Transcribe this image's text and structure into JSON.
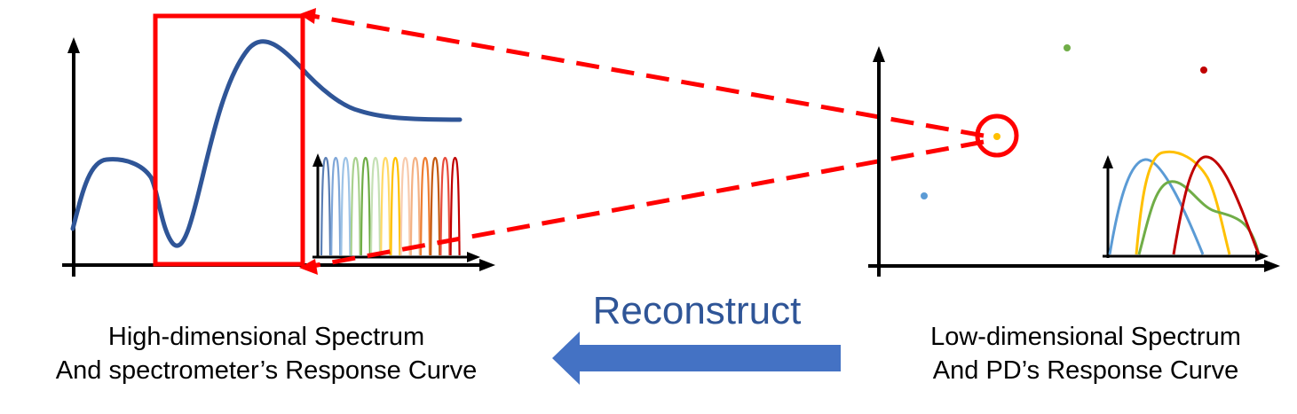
{
  "captions": {
    "left_line1": "High-dimensional Spectrum",
    "left_line2": "And spectrometer’s Response Curve",
    "right_line1": "Low-dimensional Spectrum",
    "right_line2": "And PD’s Response Curve"
  },
  "arrow_label": "Reconstruct",
  "colors": {
    "axis": "#000000",
    "spectrum_curve": "#2f5597",
    "highlight": "#ff0000",
    "arrow_fill": "#4472c4",
    "arrow_text": "#2f5597",
    "pd_blue": "#5b9bd5",
    "pd_yellow": "#ffc000",
    "pd_green": "#70ad47",
    "pd_red": "#c00000"
  },
  "spectrometer_channel_colors": [
    "#5b7fb5",
    "#7fa7d9",
    "#9dc3e6",
    "#a9d18e",
    "#70ad47",
    "#c5e0b4",
    "#ffd966",
    "#ffc000",
    "#f8cbad",
    "#f4b183",
    "#ed7d31",
    "#c55a11",
    "#e74c3c",
    "#c00000"
  ],
  "scatter_point_colors": [
    "#5b9bd5",
    "#70ad47",
    "#c00000",
    "#ffc000"
  ]
}
